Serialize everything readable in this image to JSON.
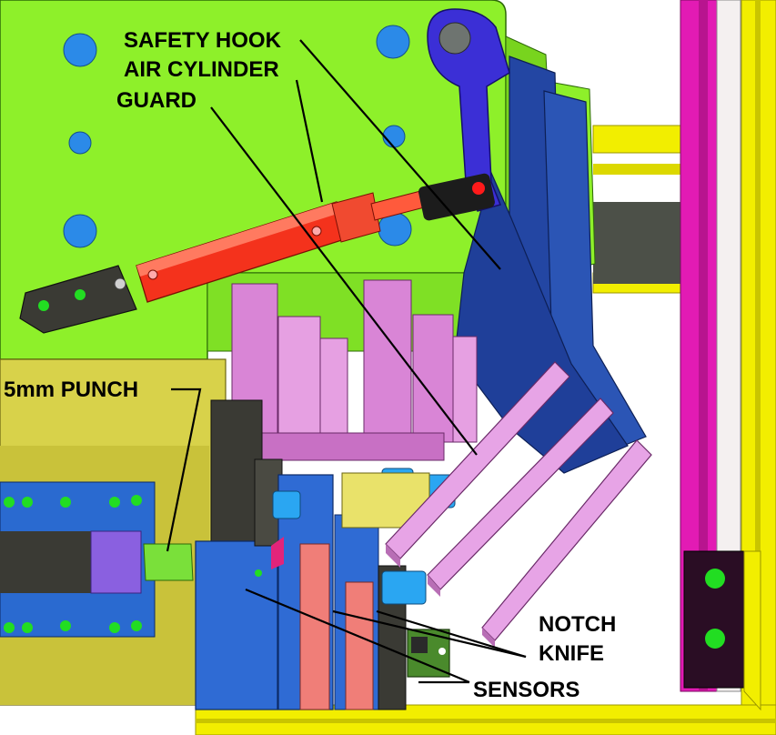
{
  "labels": {
    "safety_hook": "SAFETY HOOK",
    "air_cylinder": "AIR CYLINDER",
    "guard": "GUARD",
    "punch": "5mm PUNCH",
    "notch": "NOTCH",
    "knife": "KNIFE",
    "sensors": "SENSORS"
  },
  "colors": {
    "frame_yellow": "#f2ee00",
    "upright_magenta": "#e21bb4",
    "plate_green": "#8ef02a",
    "hook_blue": "#3b2fd6",
    "cylinder_red": "#f4321c",
    "guard_pink": "#e7a4e6",
    "column_pink": "#d985d6",
    "bracket_blue": "#2346a3",
    "base_olive": "#d8d24a",
    "block_blue": "#2f6bd4",
    "knife_salmon": "#f07e78",
    "housing_dark": "#3a3a34",
    "port_blue": "#2aa6f2",
    "hole_blue": "#2b8ae8",
    "dot_green": "#22dd22",
    "sensor_green": "#4a8a2c"
  }
}
